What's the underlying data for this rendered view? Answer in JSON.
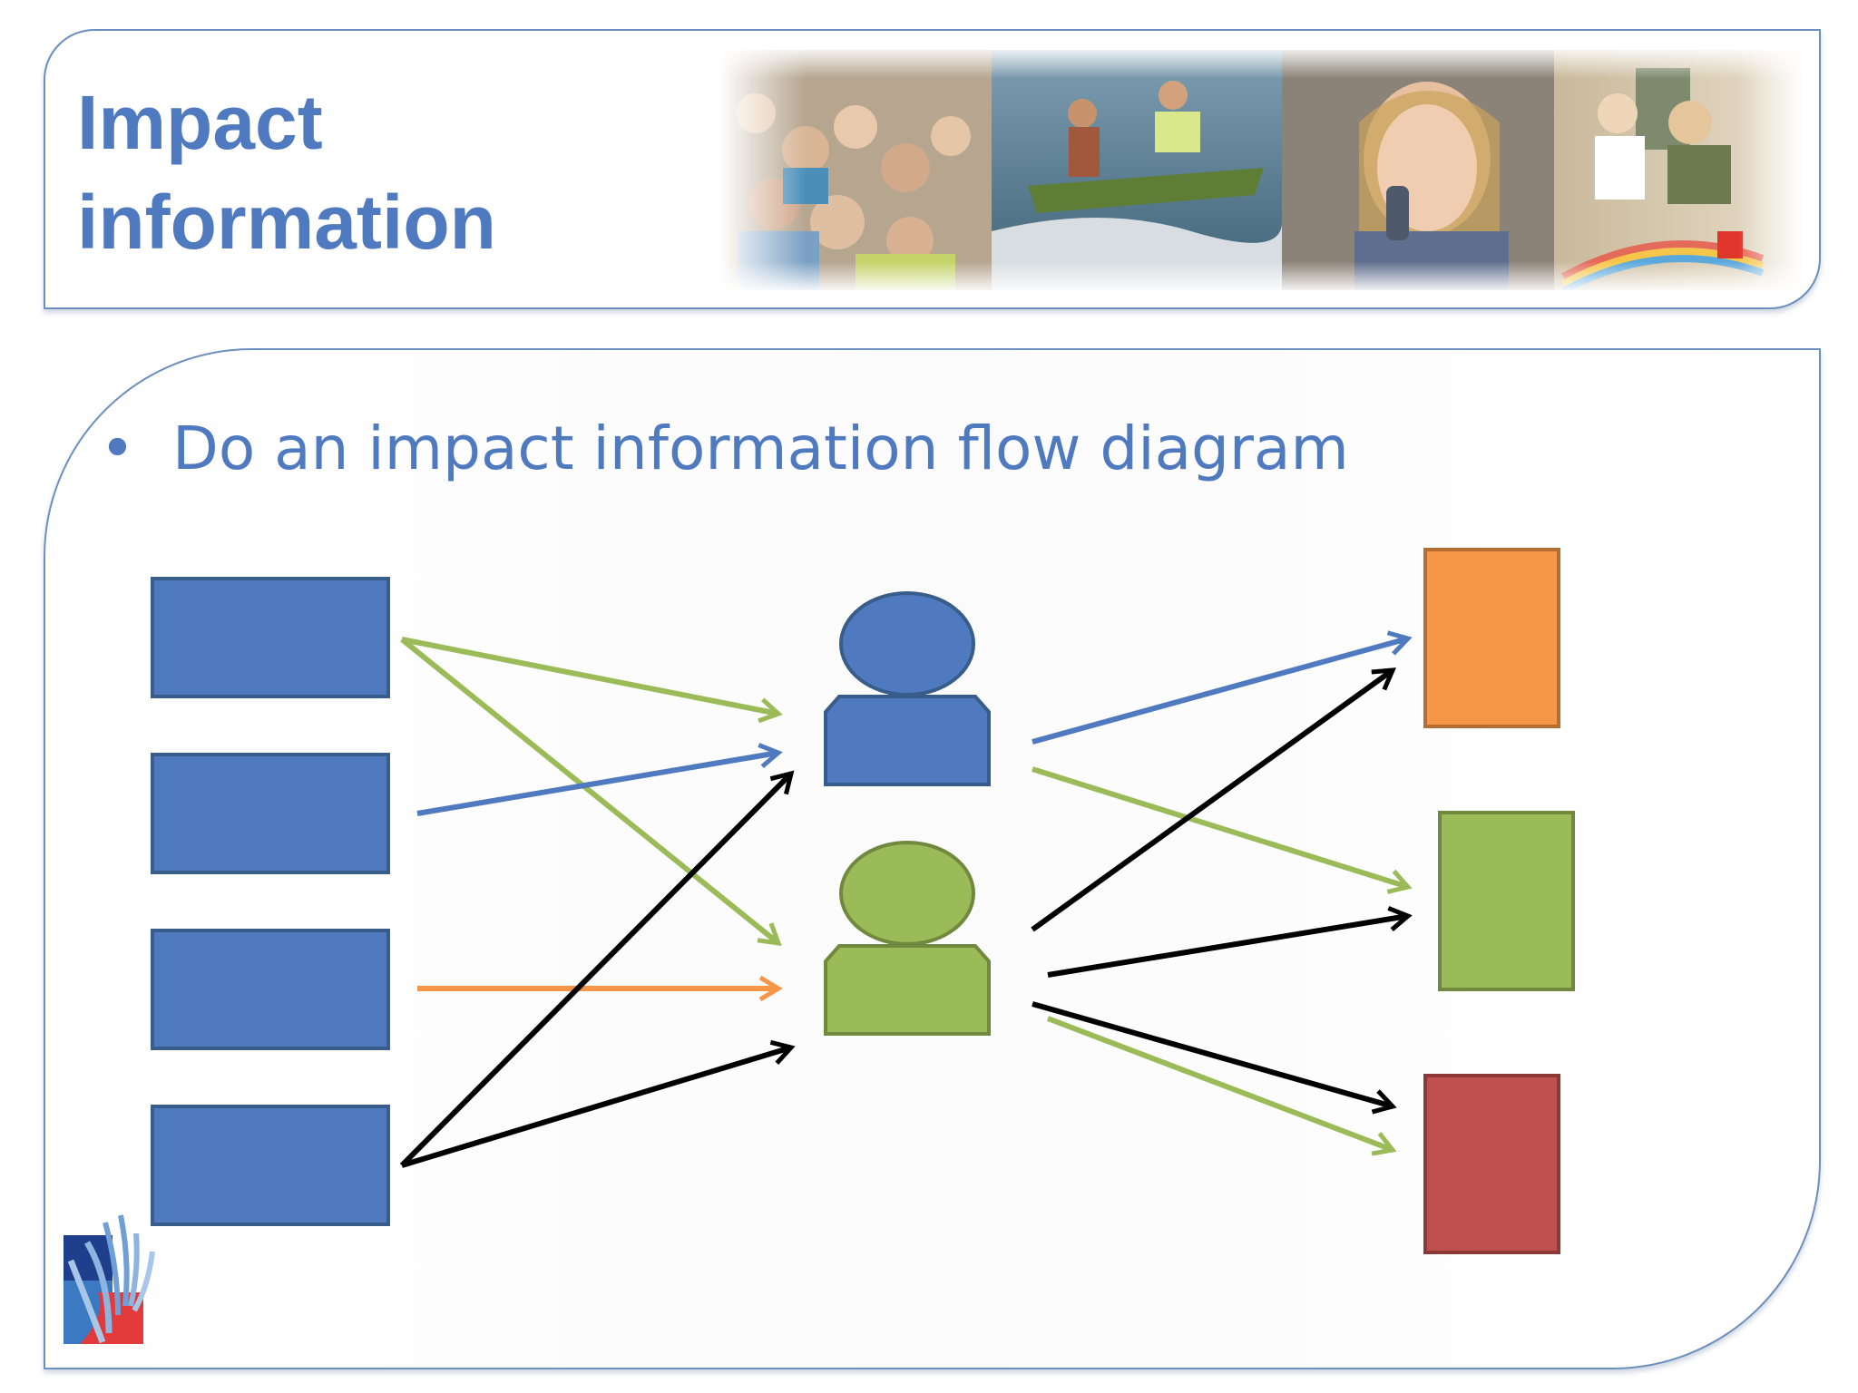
{
  "slide": {
    "title_line1": "Impact",
    "title_line2": "information",
    "bullet_text": "Do an impact information flow diagram",
    "bullet_mark": "•"
  },
  "banner": {
    "description_icons": [
      "crowd-photo",
      "boat-photo",
      "phone-photo",
      "classroom-photo"
    ]
  },
  "diagram": {
    "colors": {
      "blue": "#4f7ac0",
      "green": "#9bbb59",
      "orange": "#f79646",
      "red": "#c0504d",
      "black": "#000000"
    },
    "sources": [
      "source-1",
      "source-2",
      "source-3",
      "source-4"
    ],
    "people": [
      "person-blue",
      "person-green"
    ],
    "outcomes": [
      "outcome-orange",
      "outcome-green",
      "outcome-red"
    ]
  }
}
